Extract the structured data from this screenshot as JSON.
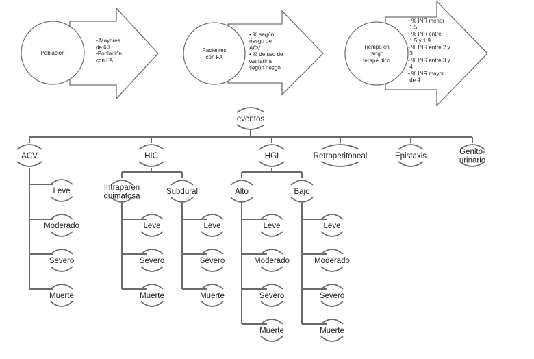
{
  "flow": [
    {
      "circle_label": [
        "Población"
      ],
      "arrow_items": [
        "• Mayores",
        "de 60",
        "•Población",
        "con FA"
      ]
    },
    {
      "circle_label": [
        "Pacientes",
        "con FA"
      ],
      "arrow_items": [
        "• % según",
        "riesgo de",
        "ACV",
        "• % de uso de",
        "warfarina",
        "según riesgo"
      ]
    },
    {
      "circle_label": [
        "Tiempo en",
        "rango",
        "terapéutico"
      ],
      "arrow_items": [
        "•  % INR menor",
        "   1.5",
        "•  % INR entre",
        "   1.5 y 1.9",
        "•  % INR entre 2 y",
        "   3",
        "•  % INR entre 3 y",
        "   4",
        "•  % INR mayor",
        "   de 4"
      ]
    }
  ],
  "tree": {
    "root": "eventos",
    "categories": [
      {
        "label": [
          "ACV"
        ],
        "children": [
          {
            "label": [
              "Leve"
            ]
          },
          {
            "label": [
              "Moderado"
            ]
          },
          {
            "label": [
              "Severo"
            ]
          },
          {
            "label": [
              "Muerte"
            ]
          }
        ]
      },
      {
        "label": [
          "HIC"
        ],
        "subgroups": [
          {
            "label": [
              "Intraparen",
              "quimatosa"
            ],
            "children": [
              {
                "label": [
                  "Leve"
                ]
              },
              {
                "label": [
                  "Severo"
                ]
              },
              {
                "label": [
                  "Muerte"
                ]
              }
            ]
          },
          {
            "label": [
              "Subdural"
            ],
            "children": [
              {
                "label": [
                  "Leve"
                ]
              },
              {
                "label": [
                  "Severo"
                ]
              },
              {
                "label": [
                  "Muerte"
                ]
              }
            ]
          }
        ]
      },
      {
        "label": [
          "HGI"
        ],
        "subgroups": [
          {
            "label": [
              "Alto"
            ],
            "children": [
              {
                "label": [
                  "Leve"
                ]
              },
              {
                "label": [
                  "Moderado"
                ]
              },
              {
                "label": [
                  "Severo"
                ]
              },
              {
                "label": [
                  "Muerte"
                ]
              }
            ]
          },
          {
            "label": [
              "Bajo"
            ],
            "children": [
              {
                "label": [
                  "Leve"
                ]
              },
              {
                "label": [
                  "Moderado"
                ]
              },
              {
                "label": [
                  "Severo"
                ]
              },
              {
                "label": [
                  "Muerte"
                ]
              }
            ]
          }
        ]
      },
      {
        "label": [
          "Retroperitoneal"
        ]
      },
      {
        "label": [
          "Epistaxis"
        ]
      },
      {
        "label": [
          "Genito-",
          "urinario"
        ]
      }
    ]
  }
}
